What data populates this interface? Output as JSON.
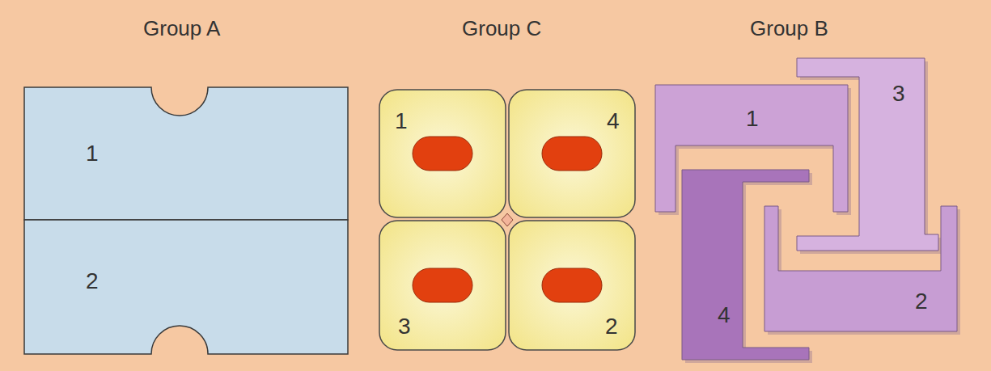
{
  "diagram": {
    "nodes": [
      {
        "text": [
          "1"
        ]
      },
      {
        "text": [
          "2"
        ]
      },
      {
        "text": [
          "1"
        ]
      },
      {
        "text": [
          "4"
        ]
      },
      {
        "text": [
          "3"
        ]
      },
      {
        "text": [
          "2"
        ]
      },
      {
        "text": [
          "3"
        ]
      },
      {
        "text": [
          "1"
        ]
      },
      {
        "text": [
          "4"
        ]
      },
      {
        "text": [
          "2"
        ]
      }
    ],
    "labels": [
      "Group A",
      "Group C",
      "Group B"
    ]
  }
}
